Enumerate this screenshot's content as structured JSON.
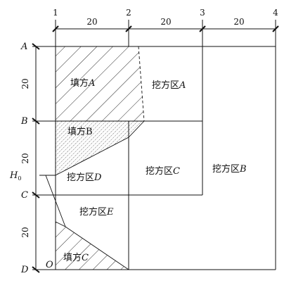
{
  "columns": {
    "grid_numbers": [
      "1",
      "2",
      "3",
      "4"
    ],
    "spacings": [
      "20",
      "20",
      "20"
    ]
  },
  "rows": {
    "grid_letters": [
      "A",
      "B",
      "C",
      "D"
    ],
    "spacings": [
      "20",
      "20",
      "20"
    ]
  },
  "markers": {
    "h0": "H",
    "h0_sub": "0",
    "origin": "O"
  },
  "regions": {
    "fill_a": {
      "prefix": "填方",
      "letter": "A"
    },
    "fill_b": {
      "prefix": "填方B",
      "letter": ""
    },
    "fill_c": {
      "prefix": "填方",
      "letter": "C"
    },
    "cut_a": {
      "prefix": "挖方区",
      "letter": "A"
    },
    "cut_b": {
      "prefix": "挖方区",
      "letter": "B"
    },
    "cut_c": {
      "prefix": "挖方区",
      "letter": "C"
    },
    "cut_d": {
      "prefix": "挖方区",
      "letter": "D"
    },
    "cut_e": {
      "prefix": "挖方区",
      "letter": "E"
    }
  },
  "colors": {
    "line": "#111111",
    "hatch": "#111111"
  }
}
